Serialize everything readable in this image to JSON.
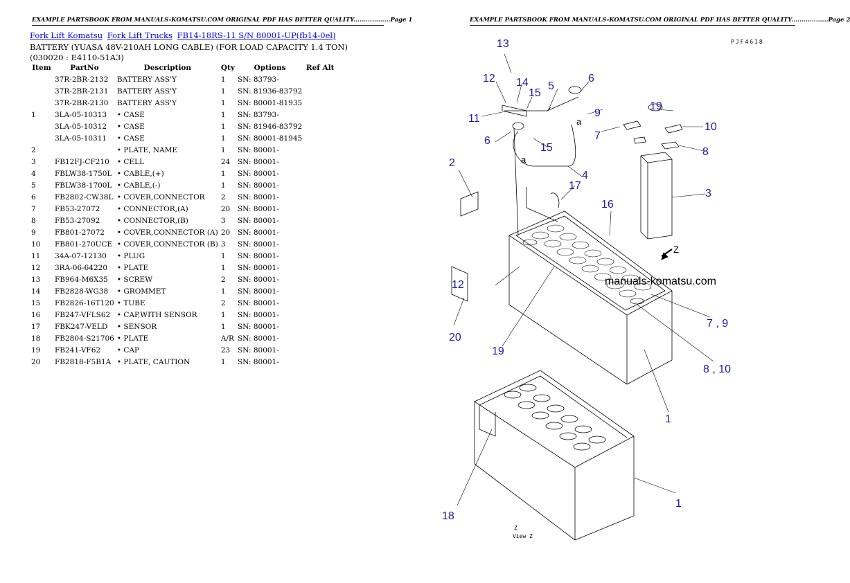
{
  "page1": {
    "header": "EXAMPLE PARTSBOOK FROM MANUALS-KOMATSU.COM ORIGINAL PDF HAS BETTER QUALITY..................Page 1",
    "breadcrumb": [
      "Fork Lift Komatsu",
      "Fork Lift Trucks",
      "FB14-18RS-11 S/N 80001-UP(fb14-0el)"
    ],
    "title": "BATTERY (YUASA 48V-210AH LONG CABLE) (FOR LOAD CAPACITY 1.4 TON)(030020 : E4110-51A3)",
    "columns": [
      "Item",
      "PartNo",
      "Description",
      "Qty",
      "Options",
      "Ref Alt"
    ],
    "rows": [
      {
        "item": "",
        "part": "37R-2BR-2132",
        "desc": "BATTERY ASS'Y",
        "qty": "1",
        "opt": "SN: 83793-",
        "ref": ""
      },
      {
        "item": "",
        "part": "37R-2BR-2131",
        "desc": "BATTERY ASS'Y",
        "qty": "1",
        "opt": "SN: 81936-83792",
        "ref": ""
      },
      {
        "item": "",
        "part": "37R-2BR-2130",
        "desc": "BATTERY ASS'Y",
        "qty": "1",
        "opt": "SN: 80001-81935",
        "ref": ""
      },
      {
        "item": "1",
        "part": "3LA-05-10313",
        "desc": "• CASE",
        "qty": "1",
        "opt": "SN: 83793-",
        "ref": ""
      },
      {
        "item": "",
        "part": "3LA-05-10312",
        "desc": "• CASE",
        "qty": "1",
        "opt": "SN: 81946-83792",
        "ref": ""
      },
      {
        "item": "",
        "part": "3LA-05-10311",
        "desc": "• CASE",
        "qty": "1",
        "opt": "SN: 80001-81945",
        "ref": ""
      },
      {
        "item": "2",
        "part": "",
        "desc": "• PLATE, NAME",
        "qty": "1",
        "opt": "SN: 80001-",
        "ref": ""
      },
      {
        "item": "3",
        "part": "FB12FJ-CF210",
        "desc": "• CELL",
        "qty": "24",
        "opt": "SN: 80001-",
        "ref": ""
      },
      {
        "item": "4",
        "part": "FBLW38-1750L",
        "desc": "• CABLE,(+)",
        "qty": "1",
        "opt": "SN: 80001-",
        "ref": ""
      },
      {
        "item": "5",
        "part": "FBLW38-1700L",
        "desc": "• CABLE,(-)",
        "qty": "1",
        "opt": "SN: 80001-",
        "ref": ""
      },
      {
        "item": "6",
        "part": "FB2802-CW38L",
        "desc": "• COVER,CONNECTOR",
        "qty": "2",
        "opt": "SN: 80001-",
        "ref": ""
      },
      {
        "item": "7",
        "part": "FB53-27072",
        "desc": "• CONNECTOR,(A)",
        "qty": "20",
        "opt": "SN: 80001-",
        "ref": ""
      },
      {
        "item": "8",
        "part": "FB53-27092",
        "desc": "• CONNECTOR,(B)",
        "qty": "3",
        "opt": "SN: 80001-",
        "ref": ""
      },
      {
        "item": "9",
        "part": "FB801-27072",
        "desc": "• COVER,CONNECTOR (A)",
        "qty": "20",
        "opt": "SN: 80001-",
        "ref": ""
      },
      {
        "item": "10",
        "part": "FB801-270UCE",
        "desc": "• COVER,CONNECTOR (B)",
        "qty": "3",
        "opt": "SN: 80001-",
        "ref": ""
      },
      {
        "item": "11",
        "part": "34A-07-12130",
        "desc": "• PLUG",
        "qty": "1",
        "opt": "SN: 80001-",
        "ref": ""
      },
      {
        "item": "12",
        "part": "3RA-06-64220",
        "desc": "• PLATE",
        "qty": "1",
        "opt": "SN: 80001-",
        "ref": ""
      },
      {
        "item": "13",
        "part": "FB964-M6X35",
        "desc": "• SCREW",
        "qty": "2",
        "opt": "SN: 80001-",
        "ref": ""
      },
      {
        "item": "14",
        "part": "FB2828-WG38",
        "desc": "• GROMMET",
        "qty": "1",
        "opt": "SN: 80001-",
        "ref": ""
      },
      {
        "item": "15",
        "part": "FB2826-16T120",
        "desc": "• TUBE",
        "qty": "2",
        "opt": "SN: 80001-",
        "ref": ""
      },
      {
        "item": "16",
        "part": "FB247-VFLS62",
        "desc": "• CAP,WITH SENSOR",
        "qty": "1",
        "opt": "SN: 80001-",
        "ref": ""
      },
      {
        "item": "17",
        "part": "FBK247-VELD",
        "desc": "• SENSOR",
        "qty": "1",
        "opt": "SN: 80001-",
        "ref": ""
      },
      {
        "item": "18",
        "part": "FB2804-S21706",
        "desc": "• PLATE",
        "qty": "A/R",
        "opt": "SN: 80001-",
        "ref": ""
      },
      {
        "item": "19",
        "part": "FB241-VF62",
        "desc": "• CAP",
        "qty": "23",
        "opt": "SN: 80001-",
        "ref": ""
      },
      {
        "item": "20",
        "part": "FB2818-F5B1A",
        "desc": "• PLATE, CAUTION",
        "qty": "1",
        "opt": "SN: 80001-",
        "ref": ""
      }
    ]
  },
  "page2": {
    "header": "EXAMPLE PARTSBOOK FROM MANUALS-KOMATSU.COM ORIGINAL PDF HAS BETTER QUALITY..................Page 2",
    "figure_code": "PJF4618",
    "watermark": "manuals-komatsu.com",
    "callouts": {
      "c13": "13",
      "c12": "12",
      "c14": "14",
      "c15a": "15",
      "c5": "5",
      "c6a": "6",
      "c11": "11",
      "c6b": "6",
      "c15b": "15",
      "c9": "9",
      "c19a": "19",
      "c7": "7",
      "c10": "10",
      "c8": "8",
      "c2": "2",
      "c4": "4",
      "c17": "17",
      "c3": "3",
      "c16": "16",
      "c12b": "12",
      "c20": "20",
      "c19b": "19",
      "c79": "7 , 9",
      "c810": "8 , 10",
      "c1a": "1",
      "c1b": "1",
      "c18": "18",
      "ca1": "a",
      "ca2": "a",
      "cz": "Z"
    },
    "view_label_1": "Z",
    "view_label_2": "View Z"
  },
  "colors": {
    "link": "#0000ee",
    "callout": "#1a1aa8"
  }
}
